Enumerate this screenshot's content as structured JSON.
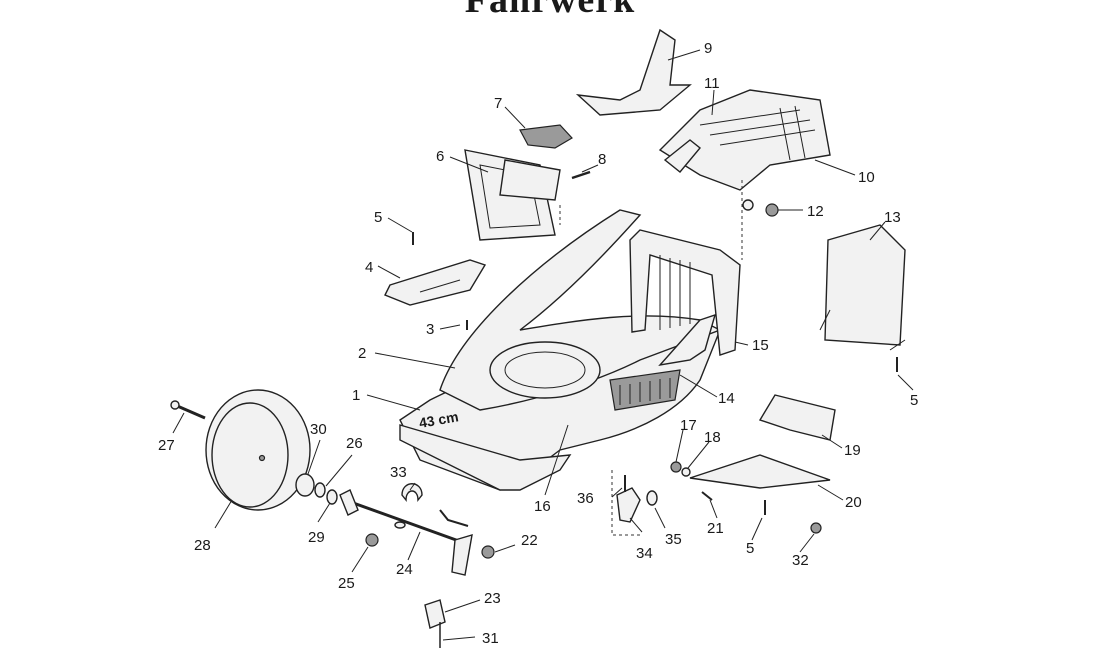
{
  "title": "Fahrwerk",
  "deck_marking": "43 cm",
  "callouts": {
    "1": "1",
    "2": "2",
    "3": "3",
    "4": "4",
    "5": "5",
    "6": "6",
    "7": "7",
    "8": "8",
    "9": "9",
    "10": "10",
    "11": "11",
    "12": "12",
    "13": "13",
    "14": "14",
    "15": "15",
    "16": "16",
    "17": "17",
    "18": "18",
    "19": "19",
    "20": "20",
    "21": "21",
    "22": "22",
    "23": "23",
    "24": "24",
    "25": "25",
    "26": "26",
    "27": "27",
    "28": "28",
    "29": "29",
    "30": "30",
    "31": "31",
    "32": "32",
    "33": "33",
    "34": "34",
    "35": "35",
    "36": "36"
  },
  "callout_5_repeat": "5"
}
